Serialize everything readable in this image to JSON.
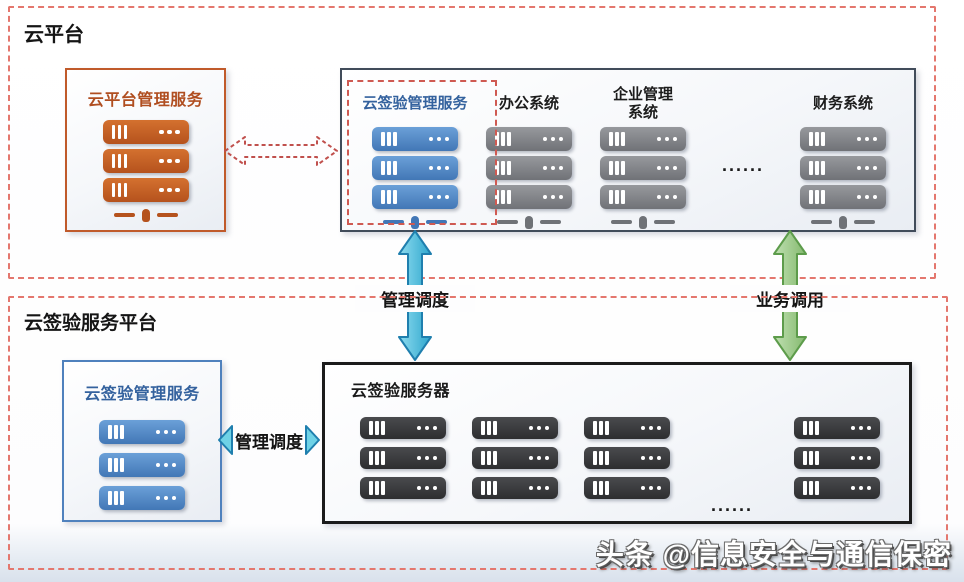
{
  "colors": {
    "dashed_frame": "#e4776e",
    "highlight_dashed": "#cf5a52",
    "orange_border": "#c05a2a",
    "orange_server": "#b5521d",
    "orange_text": "#b04e20",
    "blue_border": "#4f81bd",
    "blue_server": "#4277b6",
    "blue_text": "#34629e",
    "gray_server": "#707277",
    "dark_server": "#2d2e30",
    "systems_border": "#414c5a",
    "server_box_border": "#1b1b1b",
    "cyan_arrow": "#4db9dc",
    "cyan_stroke": "#1f7fae",
    "green_arrow": "#9cc98b",
    "green_stroke": "#5d9c4b"
  },
  "top_platform": {
    "label": "云平台",
    "management_box": {
      "title": "云平台管理服务",
      "columns": [
        {
          "type": "stack",
          "color": "orange",
          "servers": 3,
          "mouse": true
        }
      ]
    },
    "systems_box": {
      "columns": [
        {
          "type": "stack",
          "title": "云签验管理服务",
          "title_color": "blue",
          "color": "blue",
          "servers": 3,
          "mouse": true,
          "highlighted": true
        },
        {
          "type": "stack",
          "title": "办公系统",
          "color": "gray",
          "servers": 3,
          "mouse": true
        },
        {
          "type": "stack",
          "title": "企业管理系统",
          "wrap": true,
          "color": "gray",
          "servers": 3,
          "mouse": true
        },
        {
          "type": "dots",
          "label": "......"
        },
        {
          "type": "stack",
          "title": "财务系统",
          "color": "gray",
          "servers": 3,
          "mouse": true
        }
      ]
    }
  },
  "connectors": {
    "manage_dispatch_label": "管理调度",
    "business_call_label": "业务调用",
    "bottom_manage_dispatch_label": "管理调度"
  },
  "bottom_platform": {
    "label": "云签验服务平台",
    "management_box": {
      "title": "云签验管理服务",
      "columns": [
        {
          "type": "stack",
          "color": "blue",
          "servers": 3
        }
      ]
    },
    "server_box": {
      "title": "云签验服务器",
      "columns": [
        {
          "type": "stack",
          "color": "dark",
          "servers": 3
        },
        {
          "type": "stack",
          "color": "dark",
          "servers": 3
        },
        {
          "type": "stack",
          "color": "dark",
          "servers": 3
        },
        {
          "type": "dots",
          "label": "......"
        },
        {
          "type": "stack",
          "color": "dark",
          "servers": 3
        }
      ]
    }
  },
  "watermark": "头条 @信息安全与通信保密"
}
